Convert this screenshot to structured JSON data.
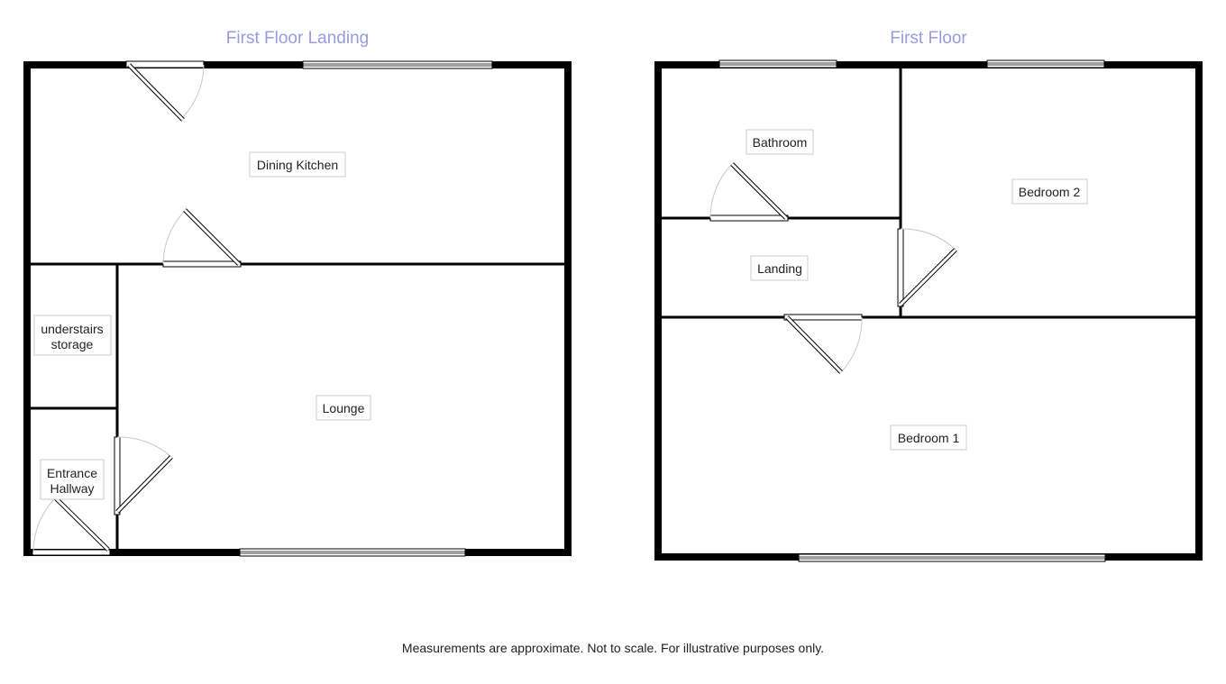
{
  "colors": {
    "title": "#9a9ae0",
    "wall": "#000000",
    "label_border": "#cccccc",
    "door_arc": "#c8c8c8",
    "text": "#222222"
  },
  "floors": [
    {
      "title": "First Floor Landing",
      "rooms": [
        {
          "label": [
            "Dining Kitchen"
          ]
        },
        {
          "label": [
            "understairs",
            "storage"
          ]
        },
        {
          "label": [
            "Lounge"
          ]
        },
        {
          "label": [
            "Entrance",
            "Hallway"
          ]
        }
      ]
    },
    {
      "title": "First Floor",
      "rooms": [
        {
          "label": [
            "Bathroom"
          ]
        },
        {
          "label": [
            "Bedroom 2"
          ]
        },
        {
          "label": [
            "Landing"
          ]
        },
        {
          "label": [
            "Bedroom 1"
          ]
        }
      ]
    }
  ],
  "footer": "Measurements are approximate. Not to scale. For illustrative purposes only."
}
